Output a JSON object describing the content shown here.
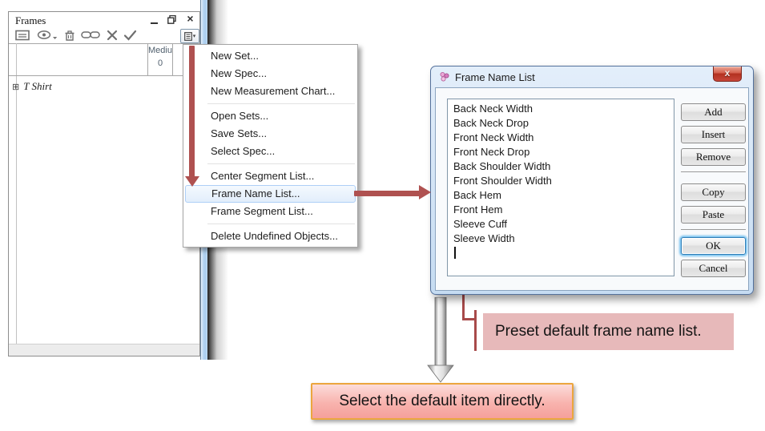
{
  "frames_panel": {
    "title": "Frames",
    "window_controls": {
      "close_glyph": "×"
    },
    "toolbar_icon_names": [
      "list-view-icon",
      "visibility-icon",
      "trash-icon",
      "link-icon",
      "cancel-icon",
      "confirm-icon"
    ],
    "menu_button_icon": "list-menu-icon",
    "dropdown_glyph": "▾",
    "grid": {
      "header_line1": "Medium",
      "header_line2": "0"
    },
    "tree": {
      "expand_glyph": "⊞",
      "item_label": "T Shirt"
    }
  },
  "menu": {
    "items": [
      "New Set...",
      "New Spec...",
      "New Measurement Chart...",
      "Open Sets...",
      "Save Sets...",
      "Select Spec...",
      "Center Segment List...",
      "Frame Name List...",
      "Frame Segment List...",
      "Delete Undefined Objects..."
    ],
    "highlighted_item": "Frame Name List..."
  },
  "dialog": {
    "title": "Frame Name List",
    "close_glyph": "x",
    "list_items": [
      "Back Neck Width",
      "Back Neck Drop",
      "Front Neck Width",
      "Front Neck Drop",
      "Back Shoulder Width",
      "Front Shoulder Width",
      "Back Hem",
      "Front Hem",
      "Sleeve Cuff",
      "Sleeve Width"
    ],
    "buttons": {
      "add": "Add",
      "insert": "Insert",
      "remove": "Remove",
      "copy": "Copy",
      "paste": "Paste",
      "ok": "OK",
      "cancel": "Cancel"
    }
  },
  "annotations": {
    "preset_note": "Preset default frame name list.",
    "select_note": "Select the default item directly."
  },
  "colors": {
    "arrow_red": "#af5150",
    "bracket_red": "#a84a4a",
    "note_pink": "#e7b9ba",
    "note_border_gold": "#eca63e",
    "menu_highlight_border": "#aecff7",
    "dialog_glass_blue": "#c6dcf2",
    "close_button_red": "#b23120",
    "ok_focus_blue": "#2e7cb5"
  }
}
